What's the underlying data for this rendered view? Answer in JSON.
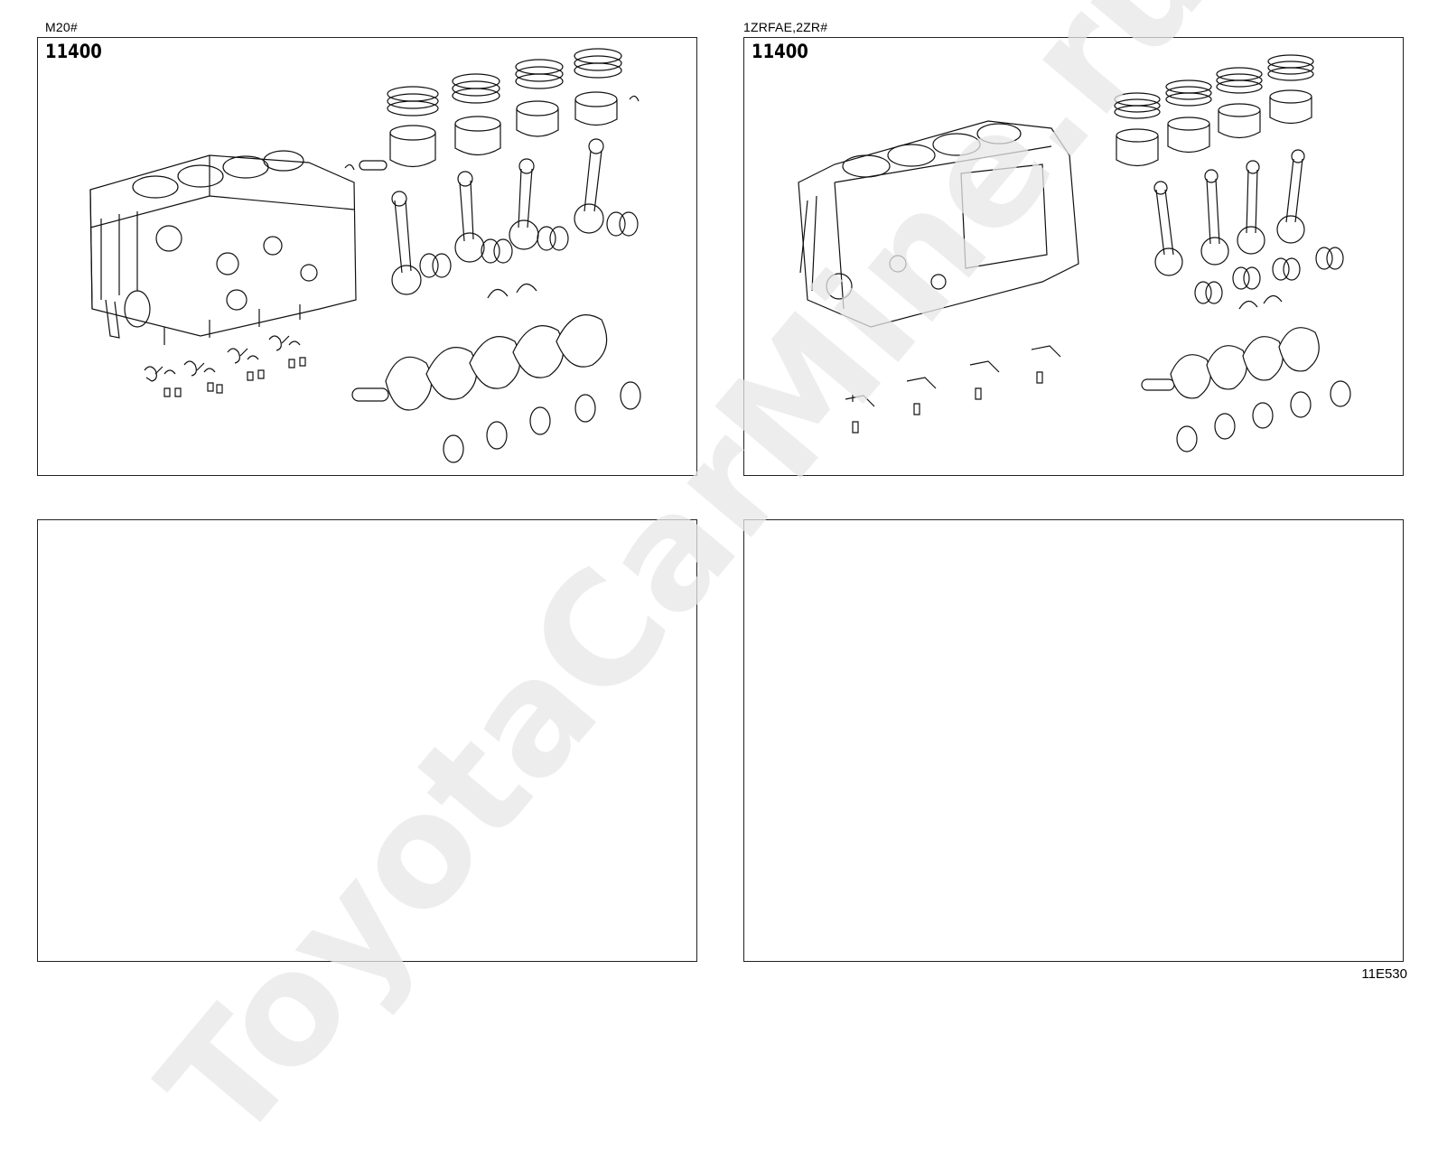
{
  "panels": [
    {
      "caption": "M20#",
      "code": "11400"
    },
    {
      "caption": "1ZRFAE,2ZR#",
      "code": "11400"
    },
    {
      "caption": "",
      "code": ""
    },
    {
      "caption": "",
      "code": ""
    }
  ],
  "footer": {
    "illustration_code": "11E530"
  },
  "watermark": "ToyotaCarMine.ru",
  "icons": [
    "engine-block-icon",
    "piston-icon",
    "piston-ring-set-icon",
    "connecting-rod-icon",
    "bearing-icon",
    "crankshaft-icon",
    "oil-jet-icon",
    "bolt-icon",
    "thrust-washer-icon"
  ]
}
